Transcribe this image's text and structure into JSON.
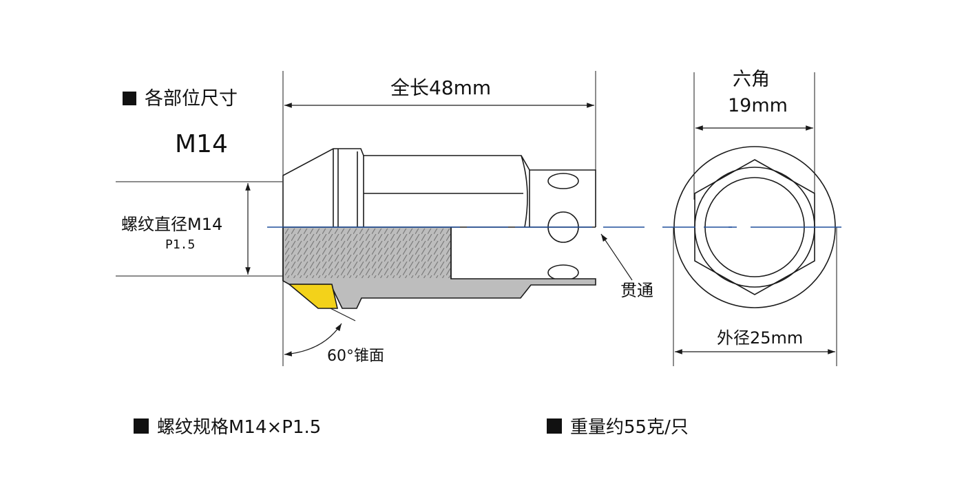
{
  "header": {
    "title": "各部位尺寸",
    "size": "M14"
  },
  "dimensions": {
    "total_length": "全长48mm",
    "thread_diameter": "螺纹直径M14",
    "thread_pitch": "P1.5",
    "through": "贯通",
    "cone": "60°锥面",
    "hex_label": "六角",
    "hex_size": "19mm",
    "outer_diameter": "外径25mm"
  },
  "footer": {
    "thread_spec": "螺纹规格M14×P1.5",
    "weight": "重量约55克/只"
  },
  "colors": {
    "line": "#1a1a1a",
    "axis": "#1f4f9c",
    "thread_fill": "#bdbdbd",
    "cone_fill": "#f3d21a"
  }
}
